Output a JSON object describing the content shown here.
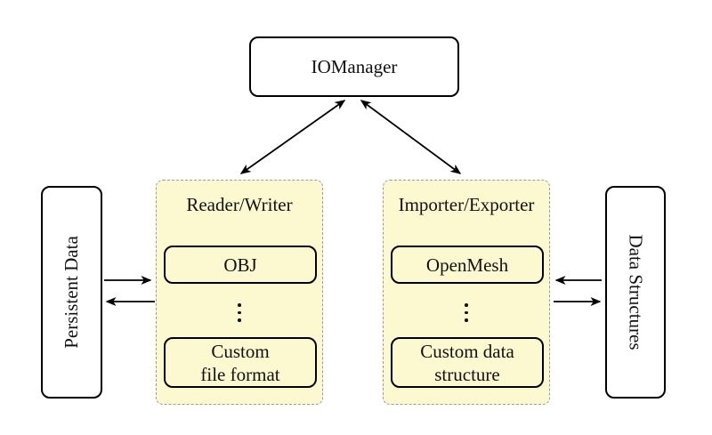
{
  "colors": {
    "background": "#ffffff",
    "node_fill": "#ffffff",
    "group_fill": "#fcf9d0",
    "line": "#000000",
    "dash": "#9b9b9b"
  },
  "nodes": {
    "iomanager": {
      "label": "IOManager"
    },
    "persistent_data": {
      "label": "Persistent Data"
    },
    "data_structures": {
      "label": "Data Structures"
    },
    "reader_writer": {
      "title": "Reader/Writer",
      "top_item": "OBJ",
      "bottom_item_line1": "Custom",
      "bottom_item_line2": "file format"
    },
    "importer_exporter": {
      "title": "Importer/Exporter",
      "top_item": "OpenMesh",
      "bottom_item_line1": "Custom data",
      "bottom_item_line2": "structure"
    }
  },
  "icons": {
    "vertical_dots": "⋮"
  },
  "connections": [
    {
      "from": "IOManager",
      "to": "Reader/Writer",
      "style": "double-arrow"
    },
    {
      "from": "IOManager",
      "to": "Importer/Exporter",
      "style": "double-arrow"
    },
    {
      "from": "Persistent Data",
      "to": "Reader/Writer",
      "style": "arrow"
    },
    {
      "from": "Reader/Writer",
      "to": "Persistent Data",
      "style": "arrow"
    },
    {
      "from": "Data Structures",
      "to": "Importer/Exporter",
      "style": "arrow"
    },
    {
      "from": "Importer/Exporter",
      "to": "Data Structures",
      "style": "arrow"
    }
  ]
}
